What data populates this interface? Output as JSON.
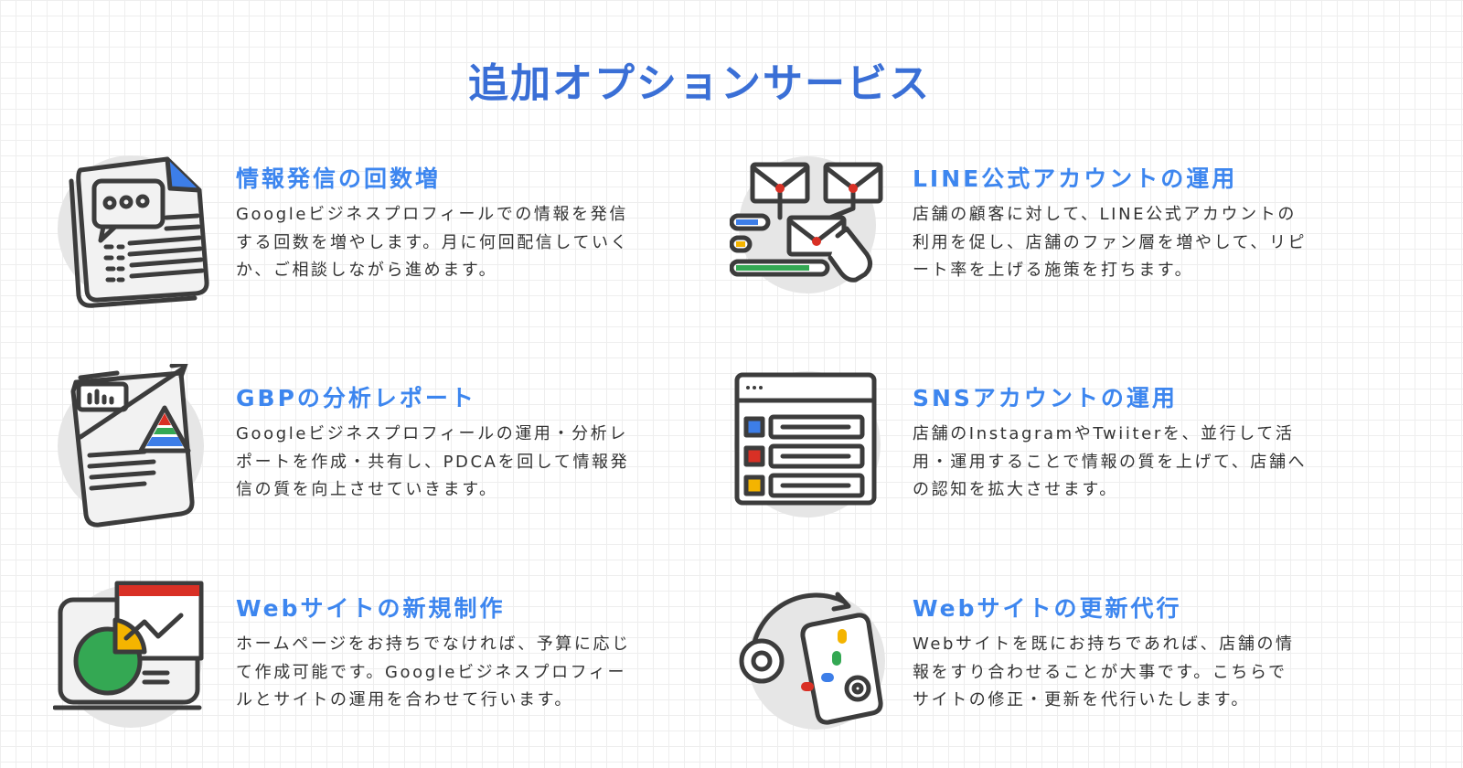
{
  "page_title": "追加オプションサービス",
  "items": [
    {
      "title": "情報発信の回数増",
      "lines": [
        "Googleビジネスプロフィールでの情報を発信",
        "する回数を増やします。月に何回配信していく",
        "か、ご相談しながら進めます。"
      ],
      "icon": "document-chat-icon"
    },
    {
      "title": "LINE公式アカウントの運用",
      "lines": [
        "店舗の顧客に対して、LINE公式アカウントの",
        "利用を促し、店舗のファン層を増やして、リピ",
        "ート率を上げる施策を打ちます。"
      ],
      "icon": "mail-messaging-icon"
    },
    {
      "title": "GBPの分析レポート",
      "lines": [
        "Googleビジネスプロフィールの運用・分析レ",
        "ポートを作成・共有し、PDCAを回して情報発",
        "信の質を向上させていきます。"
      ],
      "icon": "analytics-report-icon"
    },
    {
      "title": "SNSアカウントの運用",
      "lines": [
        "店舗のInstagramやTwiiterを、並行して活",
        "用・運用することで情報の質を上げて、店舗へ",
        "の認知を拡大させます。"
      ],
      "icon": "browser-list-icon"
    },
    {
      "title": "Webサイトの新規制作",
      "lines": [
        "ホームページをお持ちでなければ、予算に応じ",
        "て作成可能です。Googleビジネスプロフィー",
        "ルとサイトの運用を合わせて行います。"
      ],
      "icon": "laptop-chart-icon"
    },
    {
      "title": "Webサイトの更新代行",
      "lines": [
        "Webサイトを既にお持ちであれば、店舗の情",
        "報をすり合わせることが大事です。こちらで",
        "サイトの修正・更新を代行いたします。"
      ],
      "icon": "mobile-settings-icon"
    }
  ],
  "colors": {
    "title": "#3a6fd6",
    "heading": "#3d86ef",
    "text": "#333333",
    "blue": "#3d7ee8",
    "red": "#d93025",
    "yellow": "#f4b400",
    "green": "#34a853"
  }
}
